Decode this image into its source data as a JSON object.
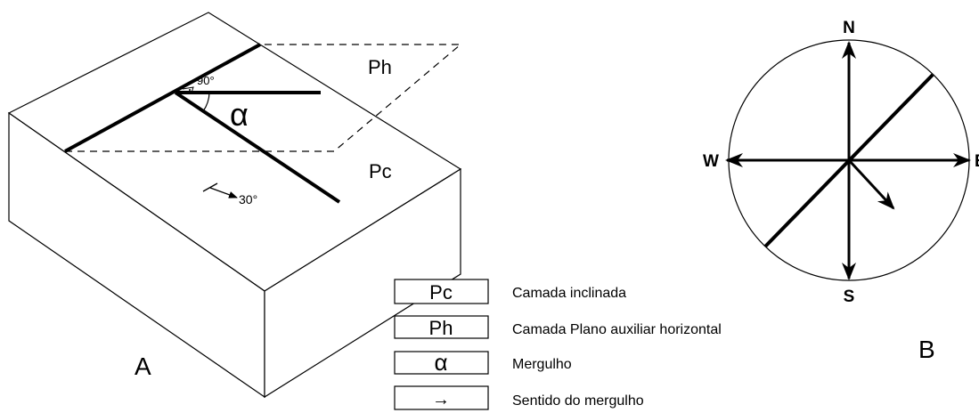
{
  "panel_a": {
    "label": "A",
    "upper_plane_label": "Ph",
    "inclined_plane_label": "Pc",
    "right_angle_label": "90°",
    "dip_angle_symbol": "α",
    "dip_value_label": "30°"
  },
  "panel_b": {
    "label": "B",
    "north": "N",
    "south": "S",
    "west": "W",
    "east": "E"
  },
  "legend": [
    {
      "symbol": "Pc",
      "text": "Camada inclinada"
    },
    {
      "symbol": "Ph",
      "text": "Camada Plano auxiliar horizontal"
    },
    {
      "symbol": "α",
      "text": "Mergulho"
    },
    {
      "symbol": "→",
      "text": "Sentido do mergulho"
    }
  ]
}
